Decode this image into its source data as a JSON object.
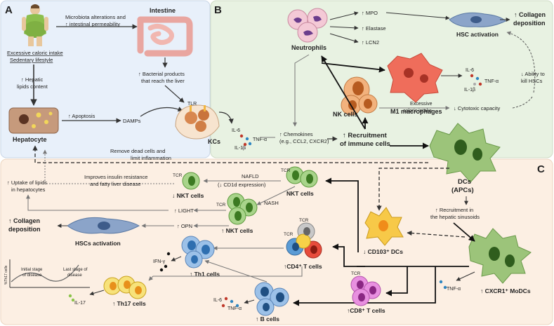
{
  "panels": {
    "a": "A",
    "b": "B",
    "c": "C"
  },
  "colors": {
    "panel_a": "#e8f0fa",
    "panel_b": "#e8f2e2",
    "panel_c": "#fcefe3"
  },
  "a": {
    "caloric_1": "Excessive caloric intake",
    "caloric_2": "Sedentary lifestyle",
    "microbiota_1": "Microbiota alterations and",
    "microbiota_2": "↑ intestinal permeability",
    "intestine": "Intestine",
    "hepatic_1": "↑ Hepatic",
    "hepatic_2": "lipids content",
    "bacterial_1": "↑ Bacterial products",
    "bacterial_2": "that reach the liver",
    "apoptosis": "↑ Apoptosis",
    "damps": "DAMPs",
    "tlr": "TLR",
    "hepatocyte": "Hepatocyte",
    "kcs": "KCs",
    "il6": "IL-6",
    "tnfa": "TNF-α",
    "il1b": "IL-1β"
  },
  "b": {
    "mpo": "↑ MPO",
    "elastase": "↑ Elastase",
    "lcn2": "↑ LCN2",
    "neutrophils": "Neutrophils",
    "hsc_activation": "HSC activation",
    "collagen_1": "↑ Collagen",
    "collagen_2": "deposition",
    "il6": "IL-6",
    "tnfa": "TNF-α",
    "il1b": "IL-1β",
    "m1": "M1 macrophages",
    "kill_1": "↓ Ability to",
    "kill_2": "kill HSCs",
    "nk": "NK cells",
    "excessive_1": "Excessive",
    "excessive_2": "caloric intake",
    "cytotoxic": "↓ Cytotoxic capacity",
    "chemokines_1": "↑ Chemokines",
    "chemokines_2": "(e.g., CCL2, CXCR2)",
    "recruit_1": "↑ Recruitment",
    "recruit_2": "of immune cells",
    "remove_1": "Remove dead cells and",
    "remove_2": "limit inflammation"
  },
  "c": {
    "dcs_1": "DCs",
    "dcs_2": "(APCs)",
    "uptake_1": "↑ Uptake of lipids",
    "uptake_2": "in hepatocytes",
    "improves_1": "Improves insulin resistance",
    "improves_2": "and fatty liver disease",
    "tcr": "TCR",
    "nkt_down": "↓ NKT cells",
    "nafld_1": "NAFLD",
    "nafld_2": "(↓ CD1d expression)",
    "nkt_cells": "NKT cells",
    "nash": "NASH",
    "light": "↑ LIGHT",
    "opn": "↑ OPN",
    "nkt_up": "↑ NKT cells",
    "collagen_1": "↑ Collagen",
    "collagen_2": "deposition",
    "hscs_activation": "HSCs activation",
    "recruit_1": "↑ Recruitment in",
    "recruit_2": "the hepatic sinusoids",
    "cd103": "↓ CD103⁺ DCs",
    "th1": "↑ Th1 cells",
    "ifn": "IFN-γ",
    "cd4": "↑CD4⁺ T cells",
    "th17_axis": "%Th17 cells",
    "initial_1": "Initial stage",
    "initial_2": "of disease",
    "last_1": "Last stage of",
    "last_2": "disease",
    "th17": "↑ Th17 cells",
    "il17": "IL-17",
    "il6": "IL-6",
    "tnfa_b": "TNF-α",
    "bcells": "↑ B cells",
    "cd8": "↑CD8⁺ T cells",
    "tnfa": "TNF-α",
    "cxcr1": "↑ CXCR1⁺ MoDCs"
  }
}
